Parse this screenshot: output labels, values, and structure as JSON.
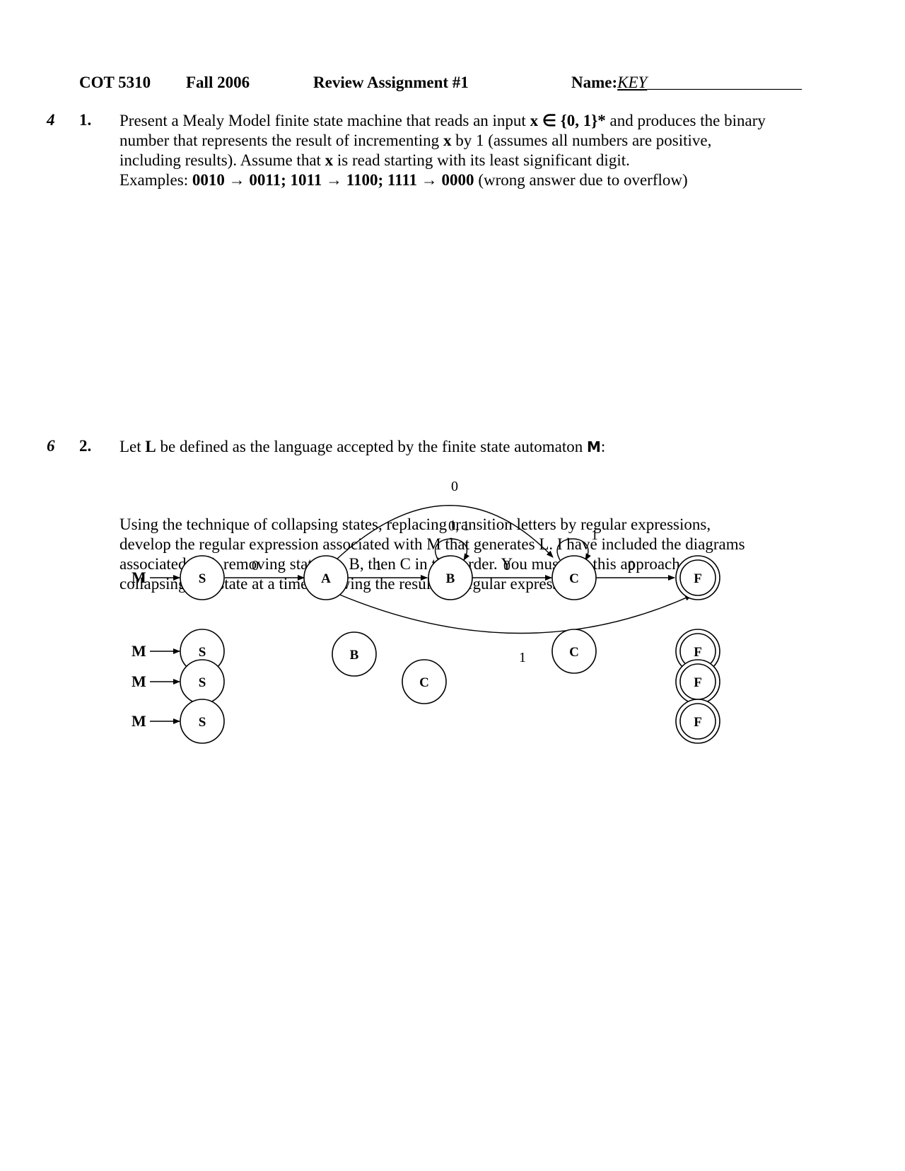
{
  "header": {
    "course": "COT 5310",
    "term": "Fall 2006",
    "assignment": "Review Assignment #1",
    "name_label": "Name:",
    "name_value": "KEY",
    "name_line": "___________________"
  },
  "q1": {
    "points": "4",
    "number": "1.",
    "t1": "Present a Mealy Model finite state machine that reads an input ",
    "x": "x",
    "elem": " ∈ ",
    "set": "{0, 1}*",
    "t2": " and produces the binary",
    "line2a": "number that represents the result of incrementing ",
    "line2b": " by 1 (assumes all numbers are positive,",
    "line3a": "including results).  Assume that ",
    "line3b": " is read starting with its least significant digit.",
    "ex_label": "Examples: ",
    "ex_values": "0010 → 0011; 1011 → 1100; 1111 → 0000",
    "ex_note": " (wrong answer due to overflow)"
  },
  "q2": {
    "points": "6",
    "number": "2.",
    "t1": "Let ",
    "L": "L",
    "t2": " be defined as the language accepted by the finite state automaton ",
    "M": "M",
    "colon": ":",
    "p_line1": "Using the technique of collapsing states, replacing transition letters by regular expressions,",
    "p_line2": "develop the regular expression associated with M that generates L. I have included the diagrams",
    "p_line3": "associated with removing states A, B, then C in that order. You must use this approach of",
    "p_line4": "collapsing one state at a time, showing the resulting regular expressions."
  },
  "diagram": {
    "start_label": "M",
    "states": [
      "S",
      "A",
      "B",
      "C",
      "F"
    ],
    "edge_labels": {
      "s_a": "0",
      "a_c_top": "0",
      "a_b": "1",
      "b_loop": "0, 1",
      "b_c": "0",
      "c_loop": "1",
      "c_f": "0",
      "a_f_bottom": "1"
    }
  },
  "stages": [
    {
      "start_label": "M",
      "states": [
        "S",
        "B",
        "C",
        "F"
      ]
    },
    {
      "start_label": "M",
      "states": [
        "S",
        "C",
        "F"
      ]
    },
    {
      "start_label": "M",
      "states": [
        "S",
        "F"
      ]
    }
  ]
}
